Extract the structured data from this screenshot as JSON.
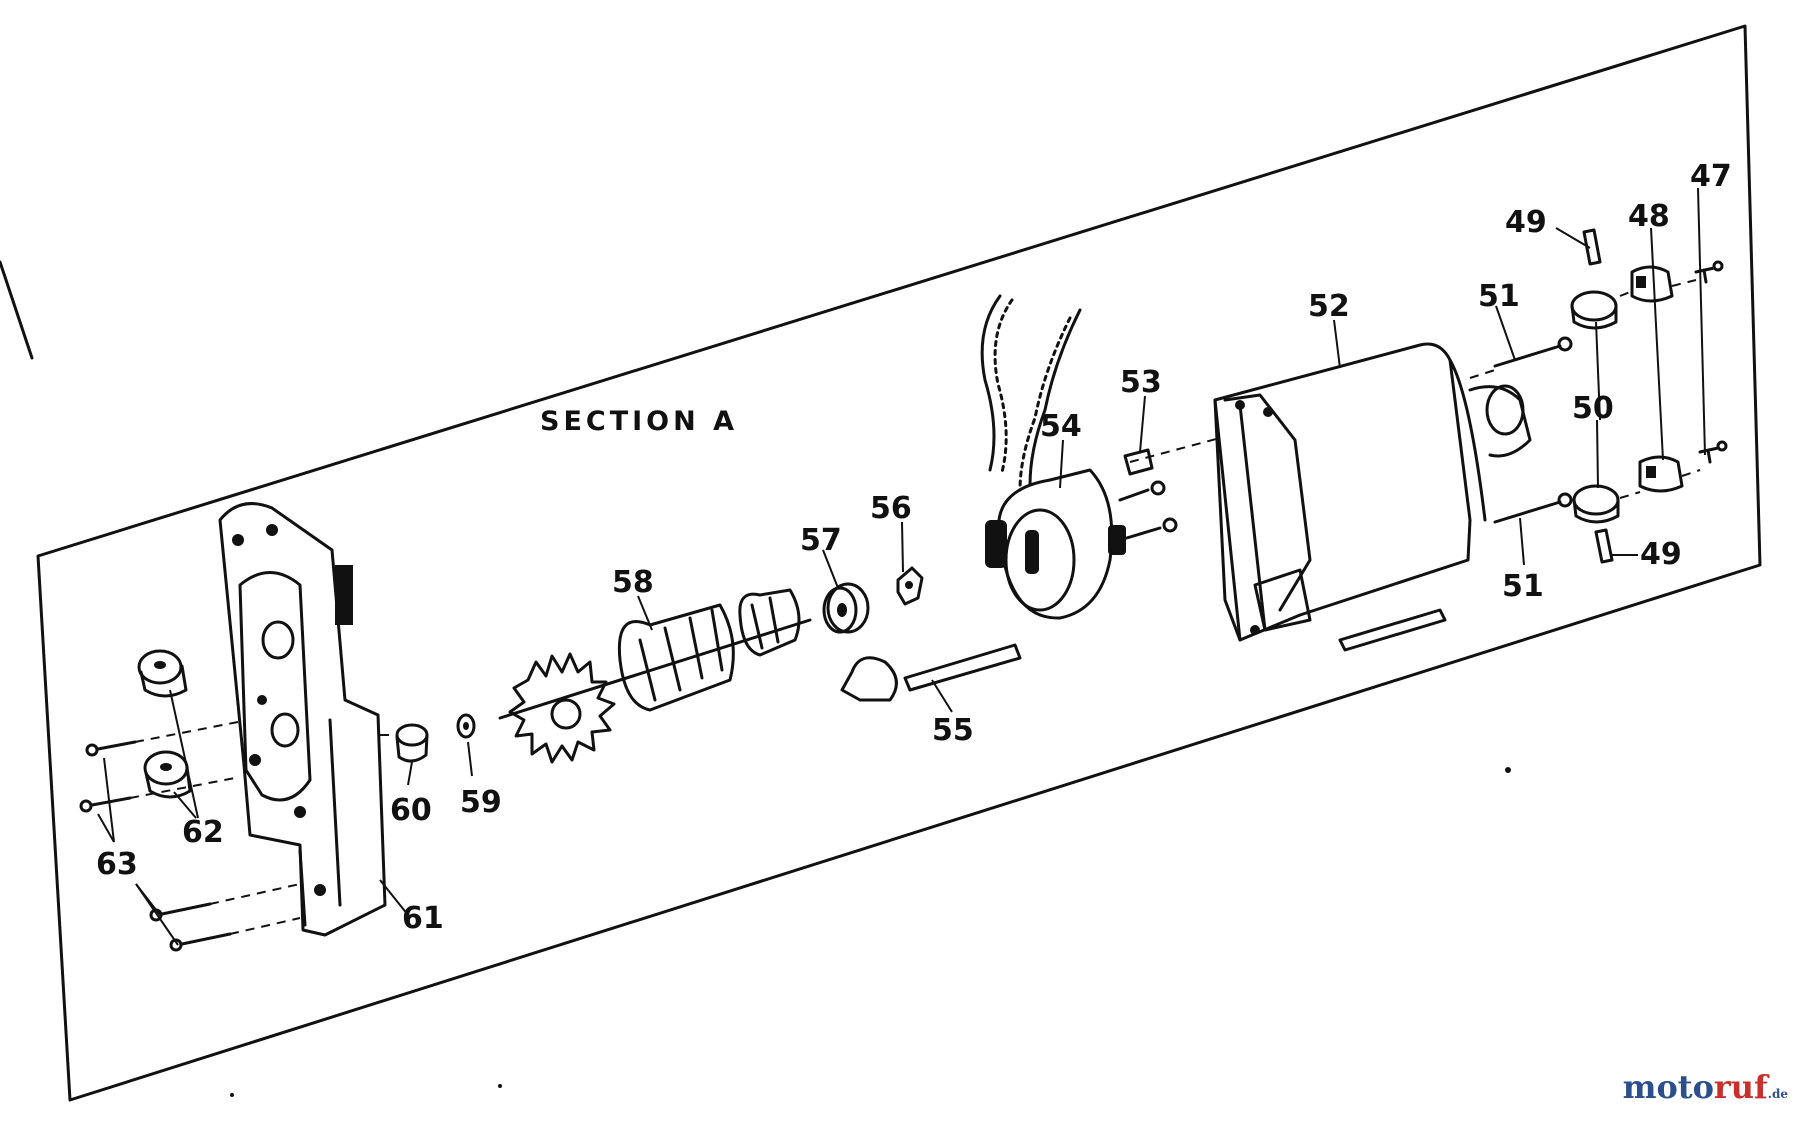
{
  "diagram": {
    "section_title": "SECTION A",
    "part_labels": {
      "p47": "47",
      "p48": "48",
      "p49a": "49",
      "p49b": "49",
      "p50": "50",
      "p51a": "51",
      "p51b": "51",
      "p52": "52",
      "p53": "53",
      "p54": "54",
      "p55": "55",
      "p56": "56",
      "p57": "57",
      "p58": "58",
      "p59": "59",
      "p60": "60",
      "p61": "61",
      "p62": "62",
      "p63": "63"
    }
  },
  "watermark": {
    "text_main": "moto",
    "text_accent": "ruf",
    "text_small": ".de",
    "colors": {
      "main": "#2b4f8c",
      "accent": "#c9302c"
    }
  }
}
